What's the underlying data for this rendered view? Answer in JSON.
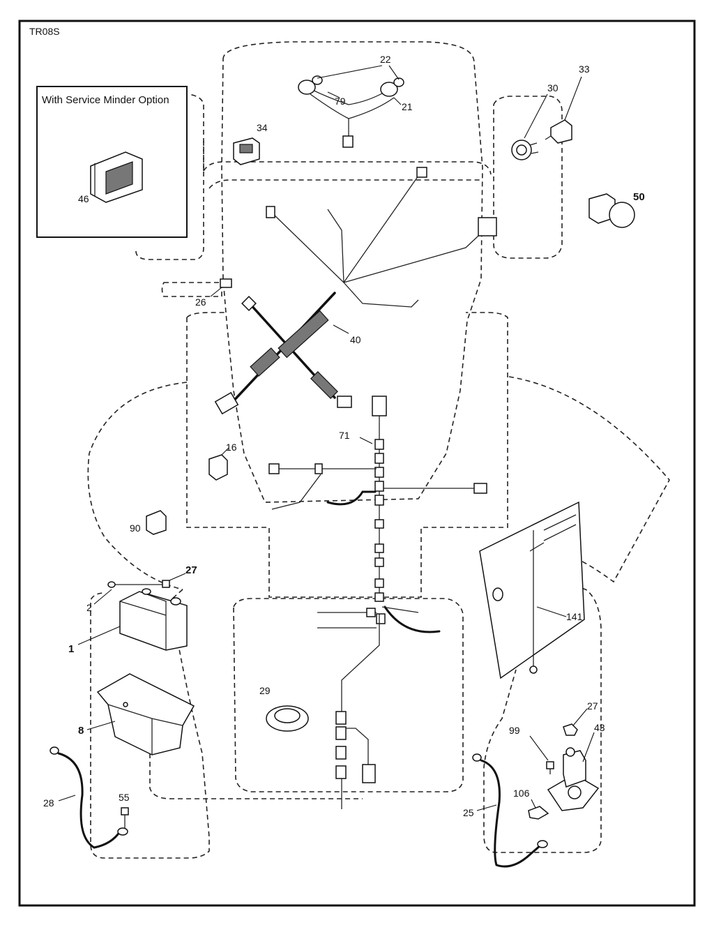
{
  "diagram": {
    "code": "TR08S",
    "inset_title": "With Service Minder Option",
    "callouts": {
      "p1": "1",
      "p2": "2",
      "p8": "8",
      "p16": "16",
      "p21": "21",
      "p22": "22",
      "p25": "25",
      "p26": "26",
      "p27a": "27",
      "p27b": "27",
      "p28": "28",
      "p29": "29",
      "p30": "30",
      "p33": "33",
      "p34": "34",
      "p40": "40",
      "p43": "43",
      "p46": "46",
      "p50": "50",
      "p55": "55",
      "p71": "71",
      "p79": "79",
      "p90": "90",
      "p99": "99",
      "p106": "106",
      "p141": "141"
    }
  }
}
